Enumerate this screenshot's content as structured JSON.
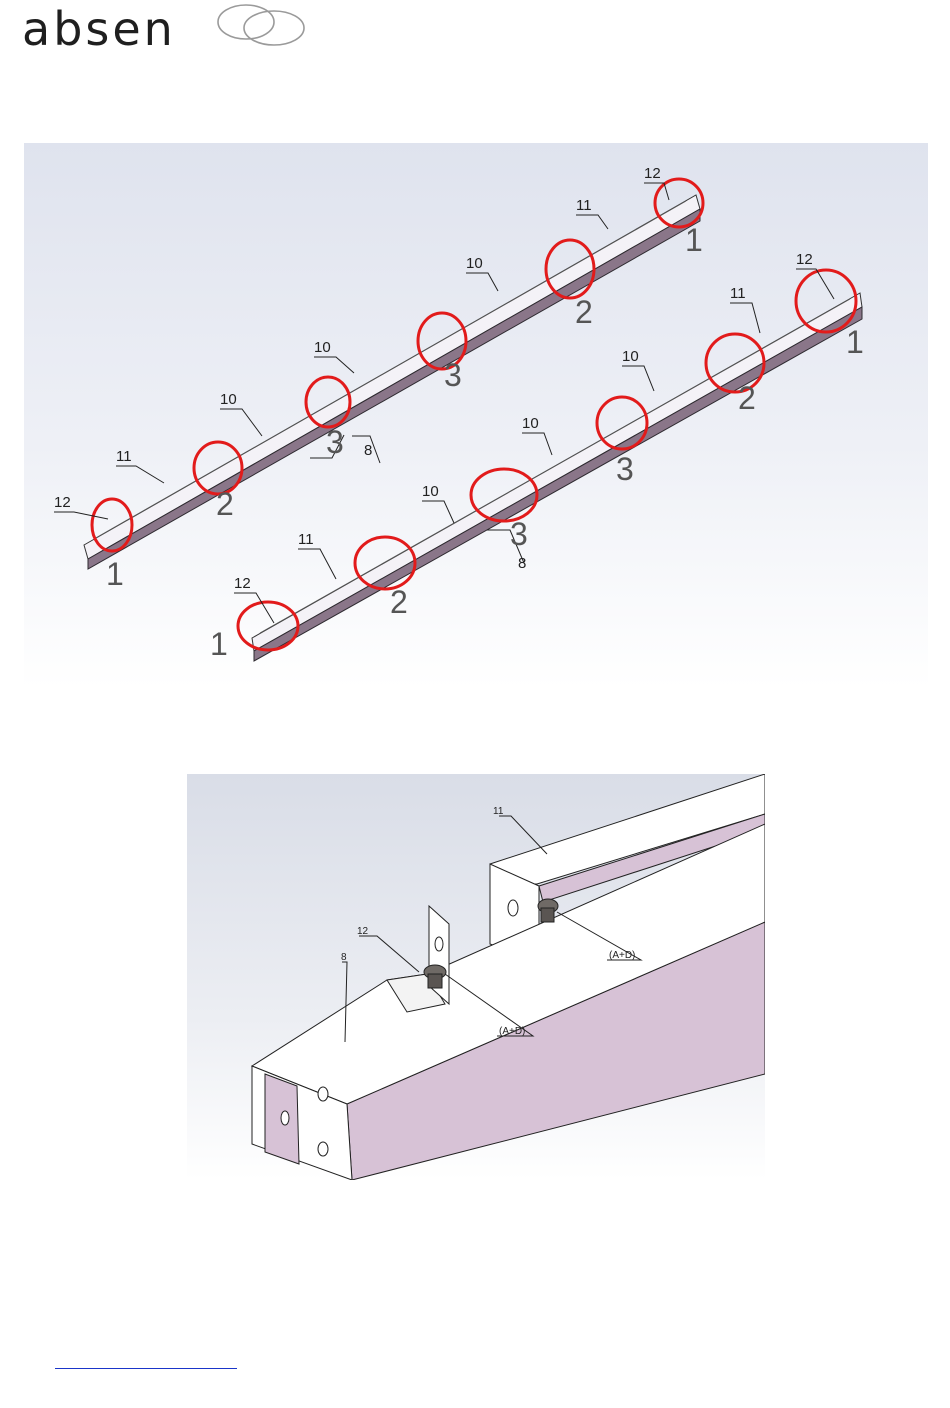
{
  "logo": {
    "text": "absen"
  },
  "figure1": {
    "callouts": {
      "c12": "12",
      "c11": "11",
      "c10": "10",
      "c8": "8"
    },
    "positions": {
      "p1": "1",
      "p2": "2",
      "p3": "3"
    }
  },
  "figure2": {
    "labels": {
      "part11": "11",
      "part12": "12",
      "part8": "8",
      "bolt": "(A+D)"
    }
  },
  "footer": {
    "link_text": ""
  },
  "colors": {
    "beam_face": "#d7c2d6",
    "beam_dark": "#7a6478",
    "circle": "#e21b1b"
  }
}
